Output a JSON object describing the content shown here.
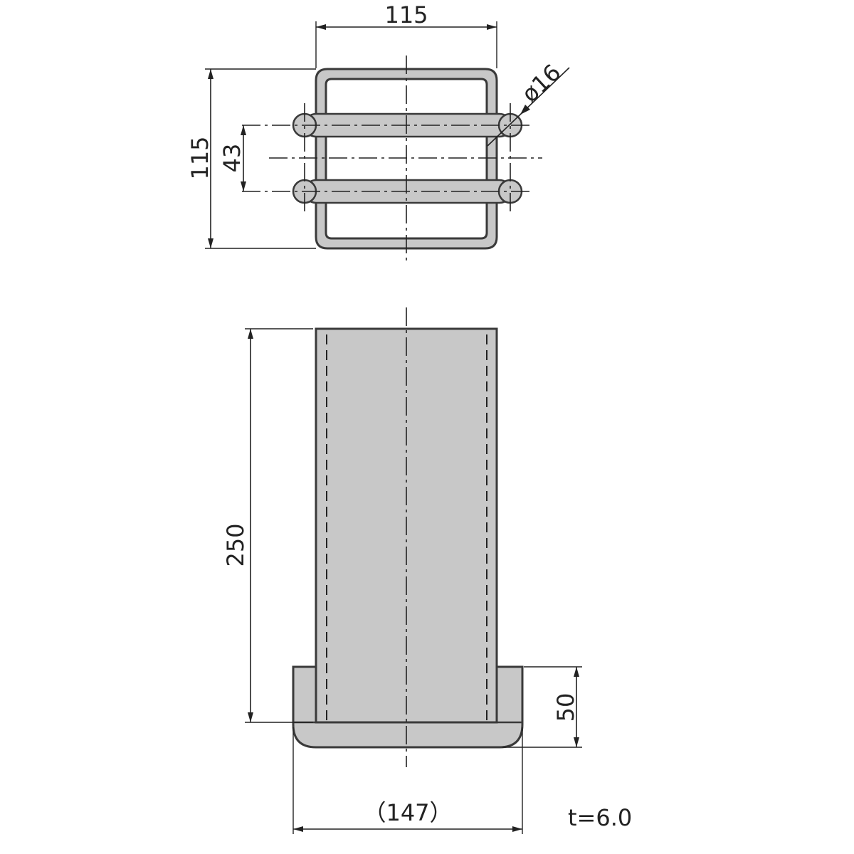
{
  "top_view": {
    "width_label": "115",
    "height_label": "115",
    "spacing_label": "43",
    "hole_label": "ø16"
  },
  "front_view": {
    "height_label": "250",
    "base_height_label": "50",
    "base_width_label": "（147）"
  },
  "thickness_note": "t=6.0",
  "colors": {
    "fill": "#c8c8c8",
    "stroke": "#3a3a3a"
  }
}
